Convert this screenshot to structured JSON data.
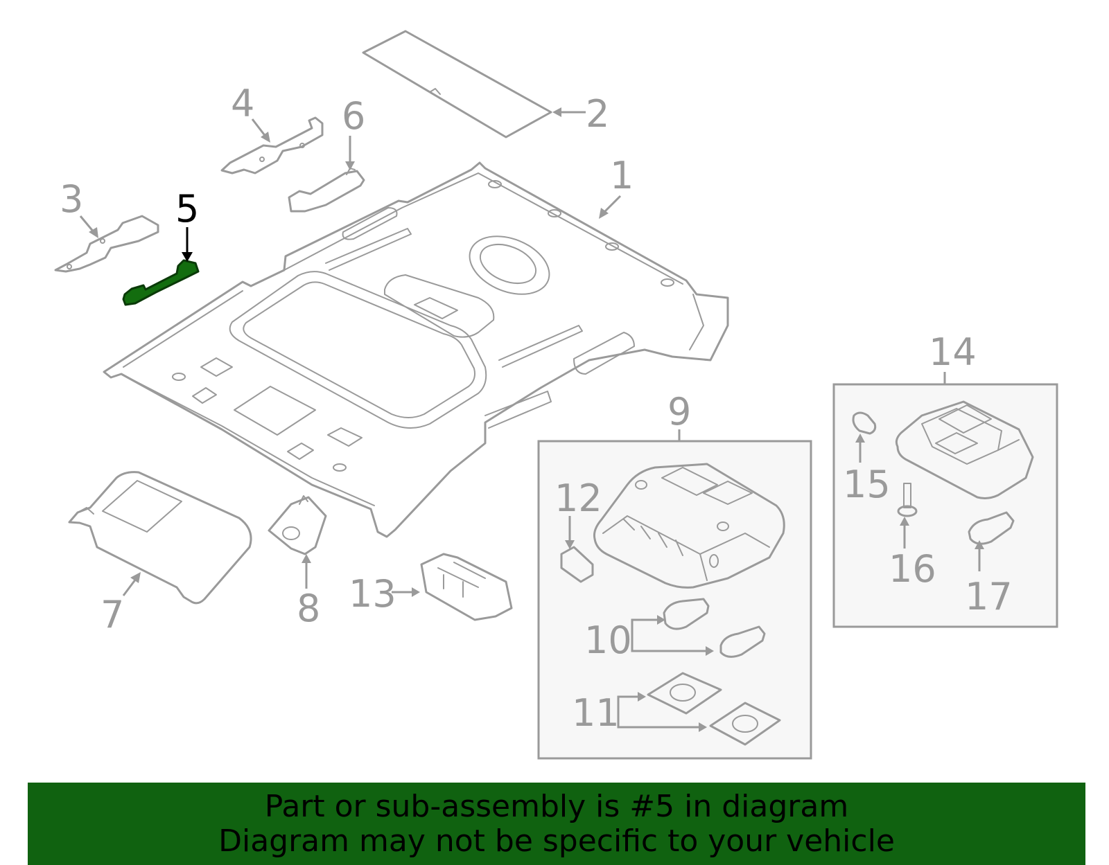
{
  "banner": {
    "line1": "Part or sub-assembly is #5 in diagram",
    "line2": "Diagram may not be specific to your vehicle"
  },
  "highlighted_part": "5",
  "colors": {
    "line": "#9a9a9a",
    "highlight_fill": "#136d0f",
    "banner_bg": "#106210",
    "highlight_label": "#000000"
  },
  "callouts": {
    "c1": "1",
    "c2": "2",
    "c3": "3",
    "c4": "4",
    "c5": "5",
    "c6": "6",
    "c7": "7",
    "c8": "8",
    "c9": "9",
    "c10": "10",
    "c11": "11",
    "c12": "12",
    "c13": "13",
    "c14": "14",
    "c15": "15",
    "c16": "16",
    "c17": "17"
  }
}
